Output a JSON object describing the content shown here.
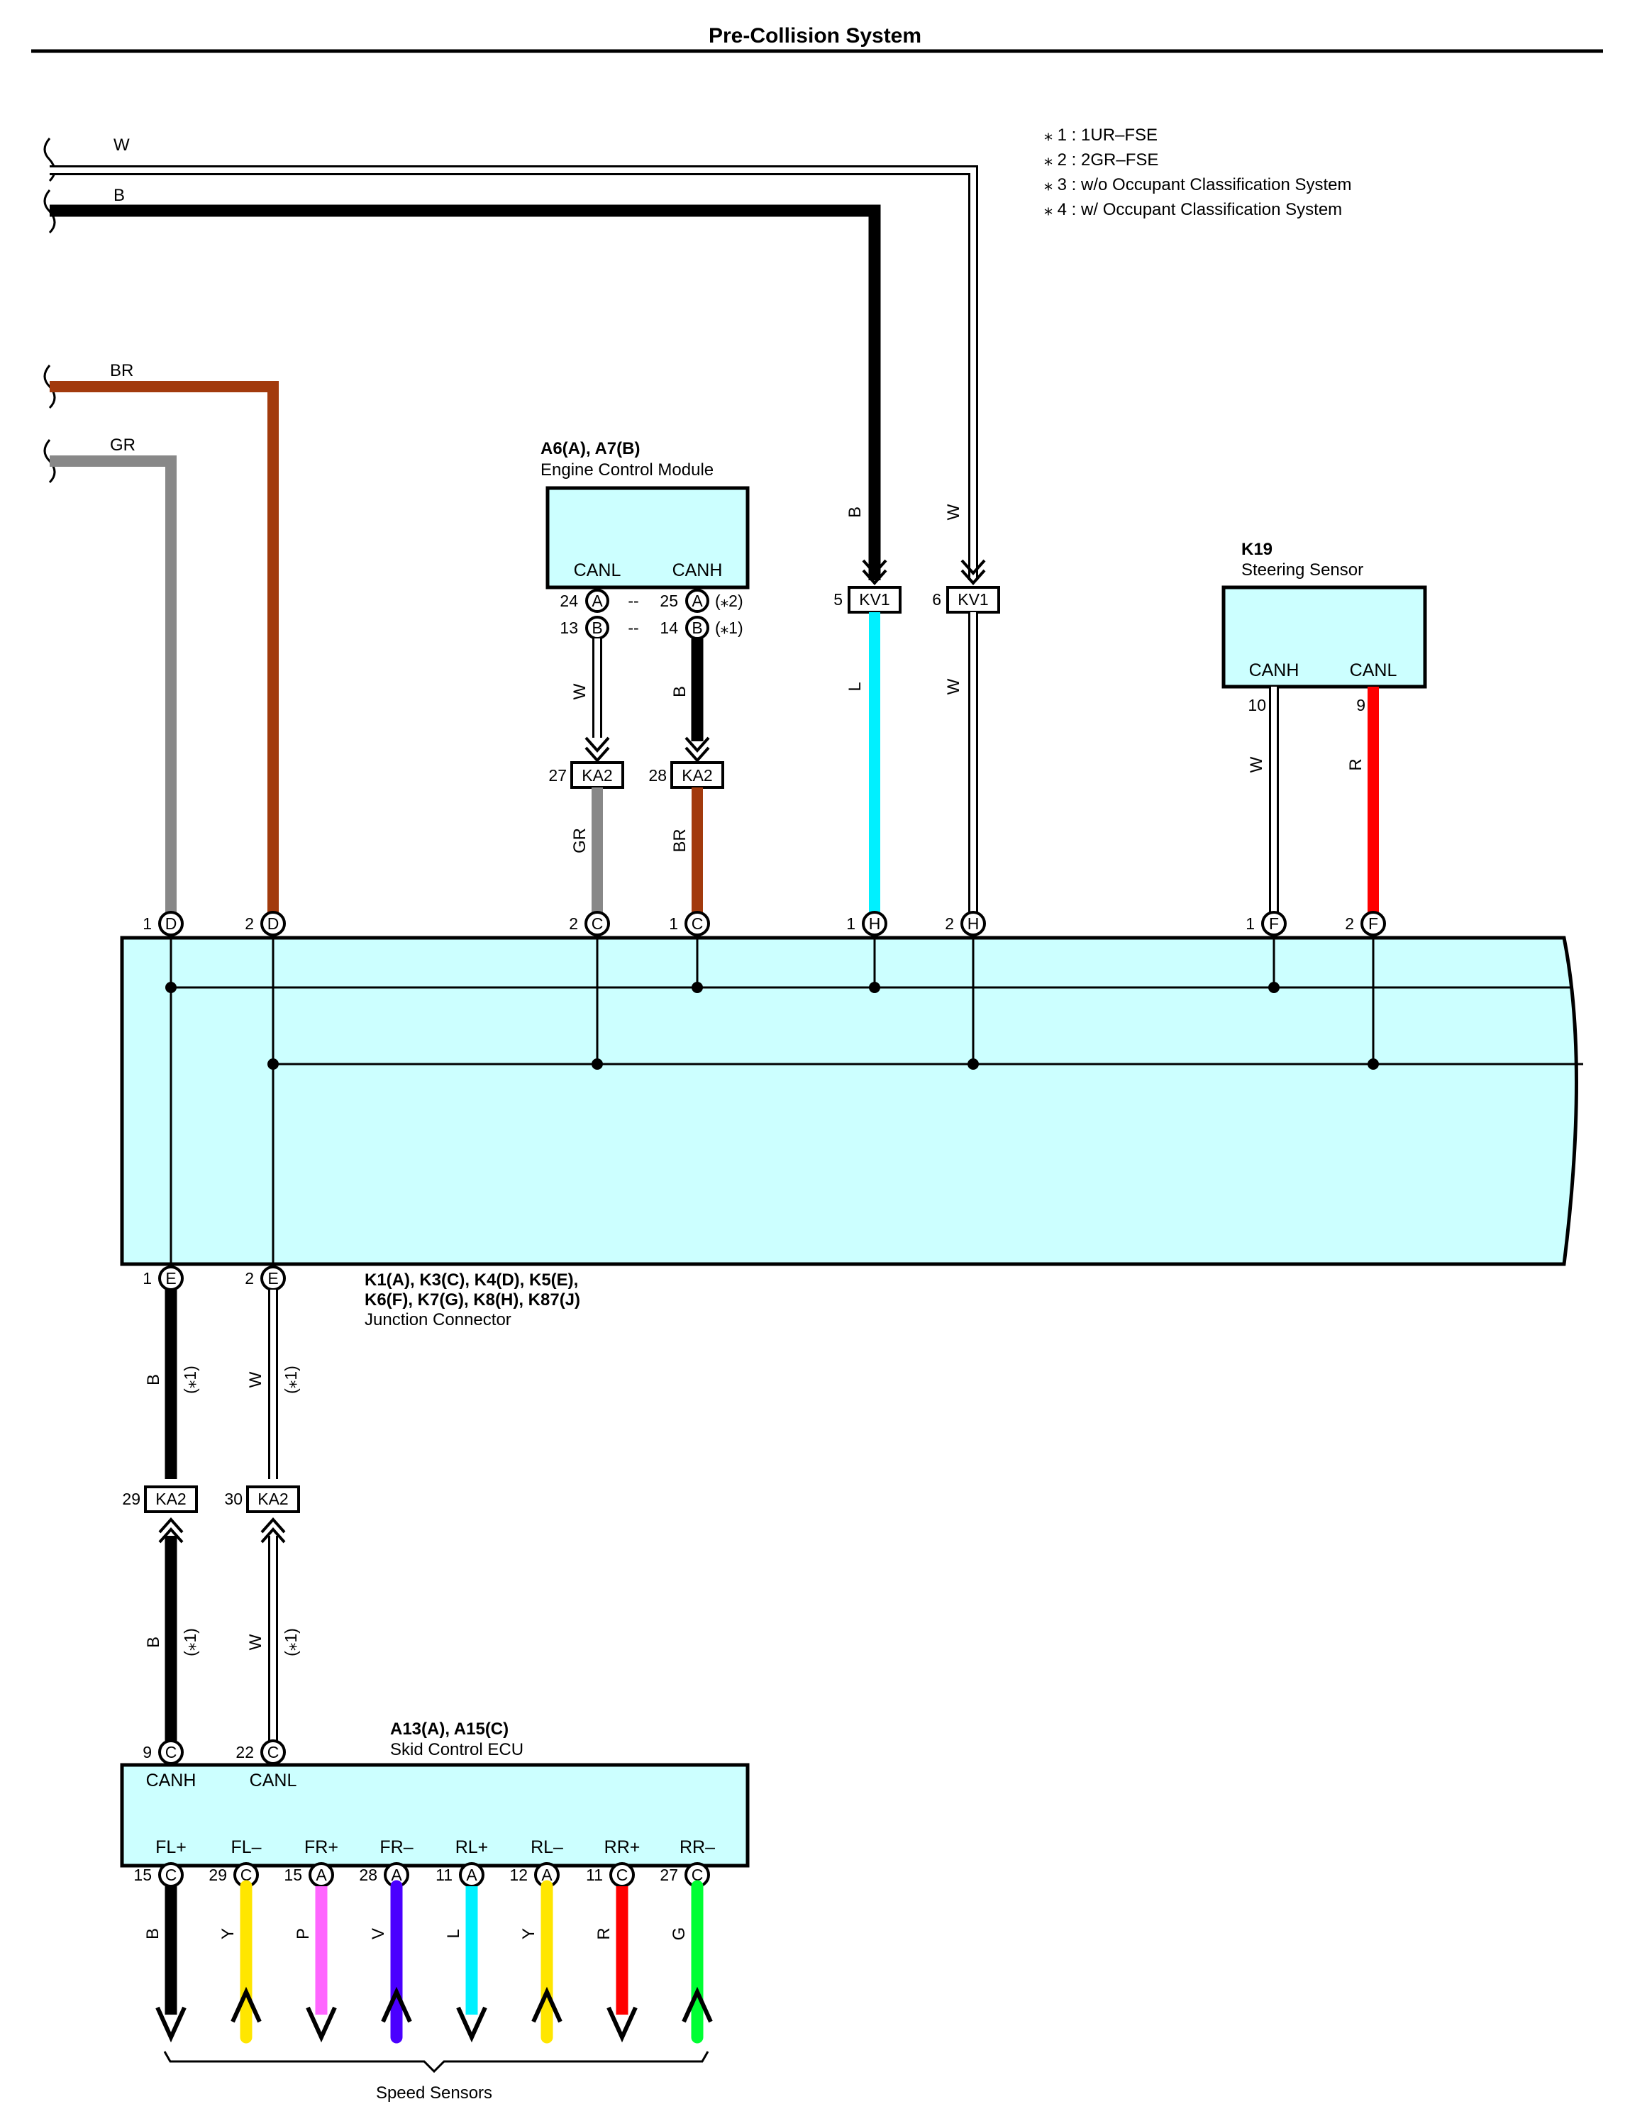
{
  "header": {
    "title": "Pre-Collision System"
  },
  "notes": [
    "⁎ 1 : 1UR–FSE",
    "⁎ 2 : 2GR–FSE",
    "⁎ 3 : w/o Occupant Classification System",
    "⁎ 4 : w/ Occupant Classification System"
  ],
  "colors": {
    "B": "#000000",
    "W": "#ffffff",
    "BR": "#a23a0d",
    "GR": "#888888",
    "L": "#00f0ff",
    "R": "#ff0000",
    "Y": "#ffe600",
    "P": "#ff66ff",
    "V": "#4a00ff",
    "G": "#00ff33",
    "component_fill": "#ccffff"
  },
  "top_wires": {
    "w": "W",
    "b": "B",
    "br": "BR",
    "gr": "GR"
  },
  "ecm": {
    "id": "A6(A), A7(B)",
    "name": "Engine Control Module",
    "canl": "CANL",
    "canh": "CANH",
    "pins": {
      "l_a": "24",
      "l_b": "13",
      "h_a": "25",
      "h_b": "14",
      "a": "A",
      "b": "B",
      "note_a": "(⁎2)",
      "note_b": "(⁎1)",
      "dash": "--"
    },
    "wire_l": "W",
    "wire_h": "B",
    "conn_l": {
      "pin": "27",
      "name": "KA2",
      "wire": "GR"
    },
    "conn_h": {
      "pin": "28",
      "name": "KA2",
      "wire": "BR"
    }
  },
  "kv1": {
    "left": {
      "pin": "5",
      "name": "KV1",
      "wire_in": "B",
      "wire_out": "L"
    },
    "right": {
      "pin": "6",
      "name": "KV1",
      "wire_in": "W",
      "wire_out": "W"
    }
  },
  "steering": {
    "id": "K19",
    "name": "Steering Sensor",
    "canh": "CANH",
    "canl": "CANL",
    "pin_h": "10",
    "pin_l": "9",
    "wire_h": "W",
    "wire_l": "R"
  },
  "junction": {
    "ids_line1": "K1(A), K3(C), K4(D), K5(E),",
    "ids_line2": "K6(F), K7(G), K8(H), K87(J)",
    "name": "Junction Connector",
    "top_pins": [
      {
        "num": "1",
        "letter": "D"
      },
      {
        "num": "2",
        "letter": "D"
      },
      {
        "num": "2",
        "letter": "C"
      },
      {
        "num": "1",
        "letter": "C"
      },
      {
        "num": "1",
        "letter": "H"
      },
      {
        "num": "2",
        "letter": "H"
      },
      {
        "num": "1",
        "letter": "F"
      },
      {
        "num": "2",
        "letter": "F"
      }
    ],
    "bottom_pins": [
      {
        "num": "1",
        "letter": "E"
      },
      {
        "num": "2",
        "letter": "E"
      }
    ]
  },
  "lower": {
    "wire_h": "B",
    "wire_l": "W",
    "note": "(⁎1)",
    "conn_h": {
      "pin": "29",
      "name": "KA2"
    },
    "conn_l": {
      "pin": "30",
      "name": "KA2"
    }
  },
  "skid": {
    "id": "A13(A), A15(C)",
    "name": "Skid Control ECU",
    "canh": "CANH",
    "canl": "CANL",
    "can_pins": [
      {
        "num": "9",
        "letter": "C"
      },
      {
        "num": "22",
        "letter": "C"
      }
    ],
    "sensors": [
      {
        "label": "FL+",
        "num": "15",
        "letter": "C",
        "wire": "B"
      },
      {
        "label": "FL–",
        "num": "29",
        "letter": "C",
        "wire": "Y"
      },
      {
        "label": "FR+",
        "num": "15",
        "letter": "A",
        "wire": "P"
      },
      {
        "label": "FR–",
        "num": "28",
        "letter": "A",
        "wire": "V"
      },
      {
        "label": "RL+",
        "num": "11",
        "letter": "A",
        "wire": "L"
      },
      {
        "label": "RL–",
        "num": "12",
        "letter": "A",
        "wire": "Y"
      },
      {
        "label": "RR+",
        "num": "11",
        "letter": "C",
        "wire": "R"
      },
      {
        "label": "RR–",
        "num": "27",
        "letter": "C",
        "wire": "G"
      }
    ],
    "speed_sensors": "Speed Sensors"
  }
}
